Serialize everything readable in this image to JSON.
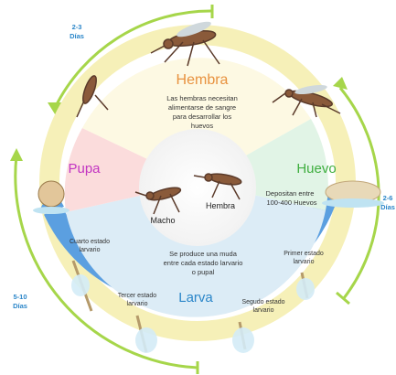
{
  "stages": {
    "hembra": "Hembra",
    "huevo": "Huevo",
    "larva": "Larva",
    "pupa": "Pupa"
  },
  "descriptions": {
    "hembra": [
      "Las hembras necesitan",
      "alimentarse de sangre",
      "para desarrollar los",
      "huevos"
    ],
    "huevo": [
      "Depositan entre",
      "100-400 Huevos"
    ],
    "larva": [
      "Se produce una muda",
      "entre cada estado larvario",
      "o pupal"
    ]
  },
  "center": {
    "macho": "Macho",
    "hembra": "Hembra"
  },
  "larval_stages": {
    "primer": [
      "Primer estado",
      "larvario"
    ],
    "segundo": [
      "Segudo estado",
      "larvario"
    ],
    "tercer": [
      "Tercer estado",
      "larvario"
    ],
    "cuarto": [
      "Cuarto estado",
      "larvario"
    ]
  },
  "durations": {
    "top": [
      "2-3",
      "Días"
    ],
    "right": [
      "2-6",
      "Días"
    ],
    "left": [
      "5-10",
      "Días"
    ]
  },
  "colors": {
    "hembra": "#e8923f",
    "huevo": "#3fae3f",
    "larva": "#2b86c9",
    "pupa": "#c234c2",
    "duration": "#2b86c9",
    "arrow_green": "#a6d64a",
    "ring_blue": "#5b9fe0",
    "ring_yellow": "#f6f0b8"
  }
}
